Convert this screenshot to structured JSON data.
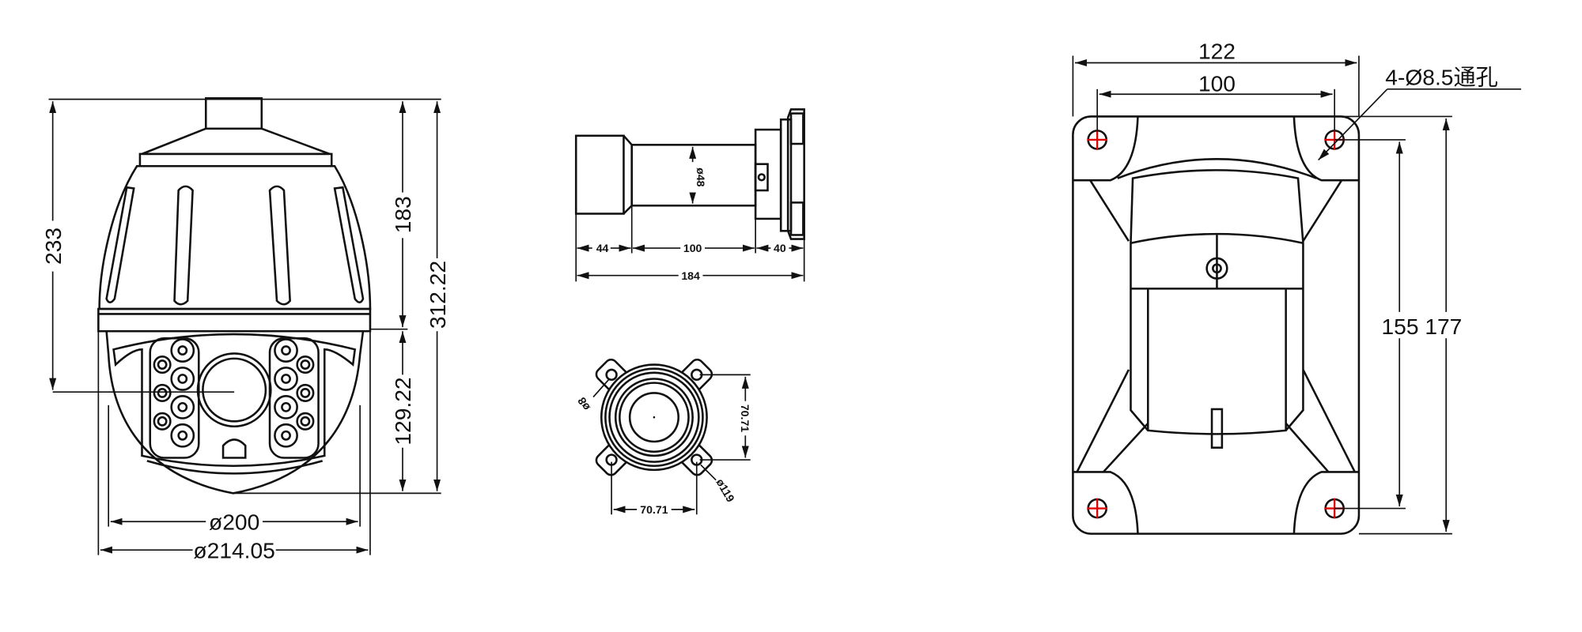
{
  "camera_view": {
    "dims": {
      "height_upper": "233",
      "height_dome": "183",
      "height_lower": "129.22",
      "height_total": "312.22",
      "dia_inner": "ø200",
      "dia_outer": "ø214.05"
    }
  },
  "bracket_side_view": {
    "dims": {
      "tube_dia": "ø48",
      "seg1": "44",
      "seg2": "100",
      "seg3": "40",
      "total": "184"
    }
  },
  "bracket_flange_view": {
    "dims": {
      "hole": "ø8",
      "spacing_v": "70.71",
      "spacing_h": "70.71",
      "dia": "ø119"
    }
  },
  "mount_plate_view": {
    "dims": {
      "width_outer": "122",
      "width_holes": "100",
      "heights": "155 177",
      "holes_note": "4-Ø8.5通孔"
    },
    "hole_mark_color": "#e00000"
  }
}
